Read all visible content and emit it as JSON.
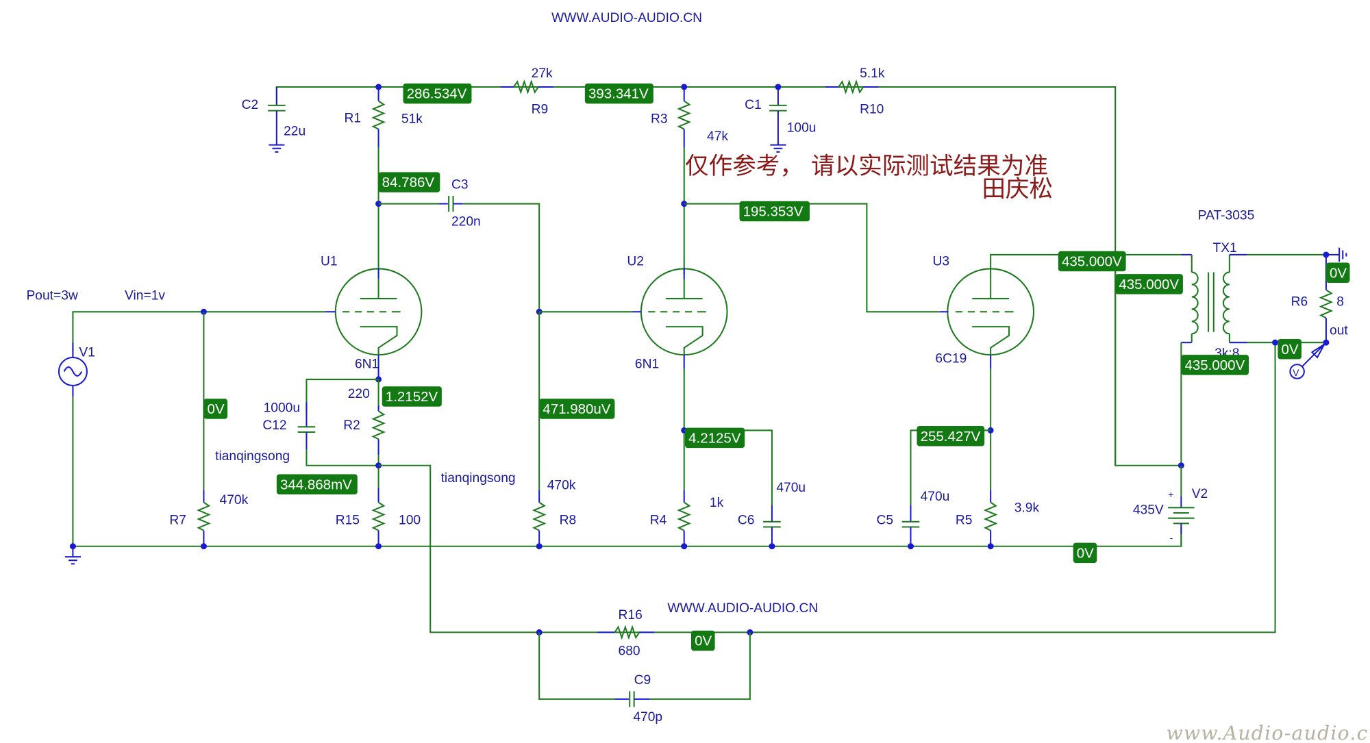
{
  "header": {
    "site": "WWW.AUDIO-AUDIO.CN"
  },
  "notes": {
    "disclaimer": "仅作参考， 请以实际测试结果为准",
    "author_cn": "田庆松",
    "author_1": "tianqingsong",
    "author_2": "tianqingsong",
    "pout": "Pout=3w",
    "vin": "Vin=1v",
    "site_bottom": "WWW.AUDIO-AUDIO.CN",
    "watermark": "www.Audio-audio.cn"
  },
  "colors": {
    "wire": "#1f7a1f",
    "label": "#1a1a9c",
    "voltage_tag": "#137a13",
    "note": "#8b1a1a"
  },
  "components": {
    "C2": {
      "name": "C2",
      "value": "22u"
    },
    "R1": {
      "name": "R1",
      "value": "51k"
    },
    "R9": {
      "name": "R9",
      "value": "27k"
    },
    "R3": {
      "name": "R3",
      "value": "47k"
    },
    "C1": {
      "name": "C1",
      "value": "100u"
    },
    "R10": {
      "name": "R10",
      "value": "5.1k"
    },
    "C3": {
      "name": "C3",
      "value": "220n"
    },
    "U1": {
      "name": "U1",
      "value": "6N1"
    },
    "U2": {
      "name": "U2",
      "value": "6N1"
    },
    "U3": {
      "name": "U3",
      "value": "6C19"
    },
    "V1": {
      "name": "V1"
    },
    "R7": {
      "name": "R7",
      "value": "470k"
    },
    "C12": {
      "name": "C12",
      "value": "1000u"
    },
    "R2": {
      "name": "R2",
      "value": "220"
    },
    "R15": {
      "name": "R15",
      "value": "100"
    },
    "R8": {
      "name": "R8",
      "value": "470k"
    },
    "R4": {
      "name": "R4",
      "value": "1k"
    },
    "C6": {
      "name": "C6",
      "value": "470u"
    },
    "C5": {
      "name": "C5",
      "value": "470u"
    },
    "R5": {
      "name": "R5",
      "value": "3.9k"
    },
    "TX1": {
      "name": "TX1",
      "model": "PAT-3035",
      "ratio": "3k:8"
    },
    "R6": {
      "name": "R6",
      "value": "8",
      "node": "out"
    },
    "V2": {
      "name": "V2",
      "value": "435V",
      "plus": "+",
      "minus": "-"
    },
    "R16": {
      "name": "R16",
      "value": "680"
    },
    "C9": {
      "name": "C9",
      "value": "470p"
    }
  },
  "voltages": {
    "b_plus_1": "286.534V",
    "b_plus_2": "393.341V",
    "u1_plate": "84.786V",
    "u2_plate": "195.353V",
    "u1_cathode": "1.2152V",
    "fb_node": "344.868mV",
    "input": "0V",
    "u2_grid": "471.980uV",
    "u2_cathode": "4.2125V",
    "u3_cathode": "255.427V",
    "u3_plate": "435.000V",
    "b_plus_3": "435.000V",
    "tx_ct": "435.000V",
    "spk_top": "0V",
    "spk_out": "0V",
    "ground": "0V",
    "fb_loop": "0V"
  }
}
